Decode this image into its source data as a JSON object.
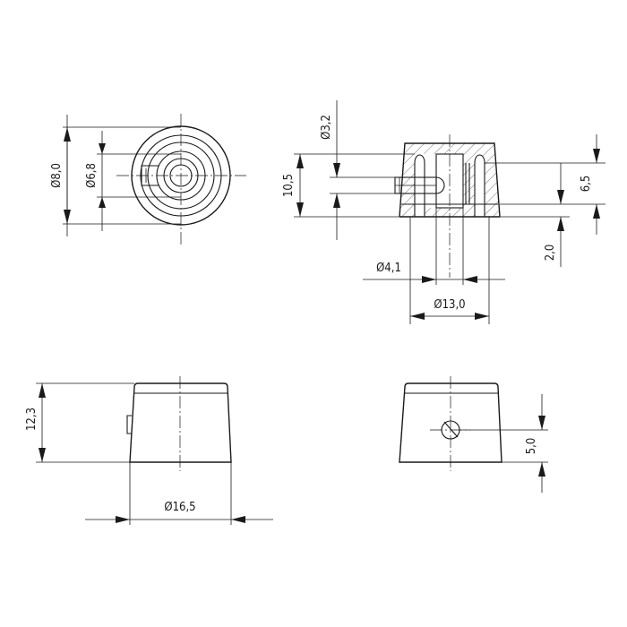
{
  "dimensions": {
    "top_outer_diameter": "Ø8,0",
    "top_inner_diameter": "Ø6,8",
    "section_total_height": "10,5",
    "section_screw_diameter": "Ø3,2",
    "section_right_height": "6,5",
    "section_base_height": "2,0",
    "section_shaft_diameter": "Ø4,1",
    "section_base_diameter": "Ø13,0",
    "side_height": "12,3",
    "side_diameter": "Ø16,5",
    "screw_height": "5,0"
  }
}
